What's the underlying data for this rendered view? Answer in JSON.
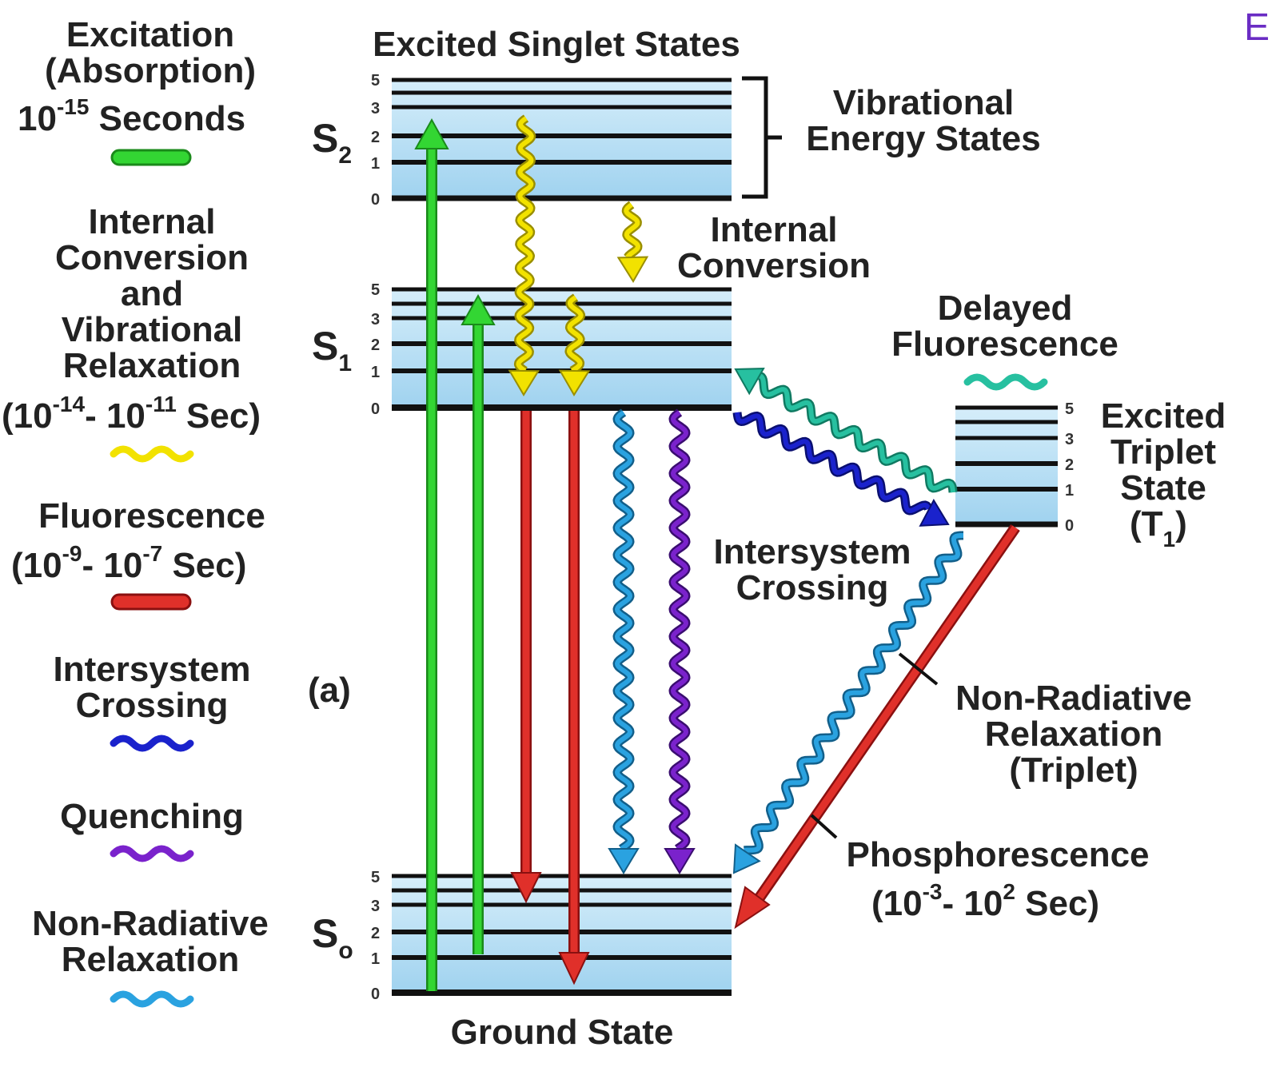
{
  "corner_glyph": "E",
  "legend": {
    "excitation": {
      "line1": "Excitation",
      "line2": "(Absorption)",
      "base": "10",
      "exp": "-15",
      "tail": " Seconds"
    },
    "internal": {
      "line1": "Internal",
      "line2": "Conversion",
      "line3": "and",
      "line4": "Vibrational",
      "line5": "Relaxation",
      "open": "(10",
      "exp1": "-14",
      "mid": "- 10",
      "exp2": "-11",
      "tail": " Sec)"
    },
    "fluorescence": {
      "line1": "Fluorescence",
      "open": "(10",
      "exp1": "-9",
      "mid": "- 10",
      "exp2": "-7",
      "tail": " Sec)"
    },
    "isc": {
      "line1": "Intersystem",
      "line2": "Crossing"
    },
    "quenching": {
      "line1": "Quenching"
    },
    "nonrad": {
      "line1": "Non-Radiative",
      "line2": "Relaxation"
    }
  },
  "labels": {
    "excited_singlet": "Excited Singlet States",
    "vibrational_1": "Vibrational",
    "vibrational_2": "Energy States",
    "internal_1": "Internal",
    "internal_2": "Conversion",
    "delayed_1": "Delayed",
    "delayed_2": "Fluorescence",
    "triplet_1": "Excited",
    "triplet_2": "Triplet",
    "triplet_3": "State",
    "triplet_4_open": "(T",
    "triplet_4_sub": "1",
    "triplet_4_close": ")",
    "isc_1": "Intersystem",
    "isc_2": "Crossing",
    "panel": "(a)",
    "nonrad_1": "Non-Radiative",
    "nonrad_2": "Relaxation",
    "nonrad_3": "(Triplet)",
    "phos_1": "Phosphorescence",
    "phos_open": "(10",
    "phos_exp1": "-3",
    "phos_mid": "- 10",
    "phos_exp2": "2",
    "phos_tail": " Sec)",
    "ground": "Ground State"
  },
  "states": {
    "s2": {
      "main": "S",
      "sub": "2"
    },
    "s1": {
      "main": "S",
      "sub": "1"
    },
    "s0": {
      "main": "S",
      "sub": "o"
    }
  },
  "levels": {
    "numbers": [
      "0",
      "1",
      "2",
      "3",
      "5"
    ]
  },
  "colors": {
    "absorption": "#33d633",
    "internal_conversion": "#f2e200",
    "fluorescence": "#e0302a",
    "intersystem_crossing": "#1a22cc",
    "quenching": "#7a22cc",
    "nonradiative": "#2aa2e0",
    "delayed_fluorescence": "#27c0a0",
    "phosphorescence": "#e0302a",
    "band_fill": "#b9e0f5",
    "level_line": "#111111"
  }
}
